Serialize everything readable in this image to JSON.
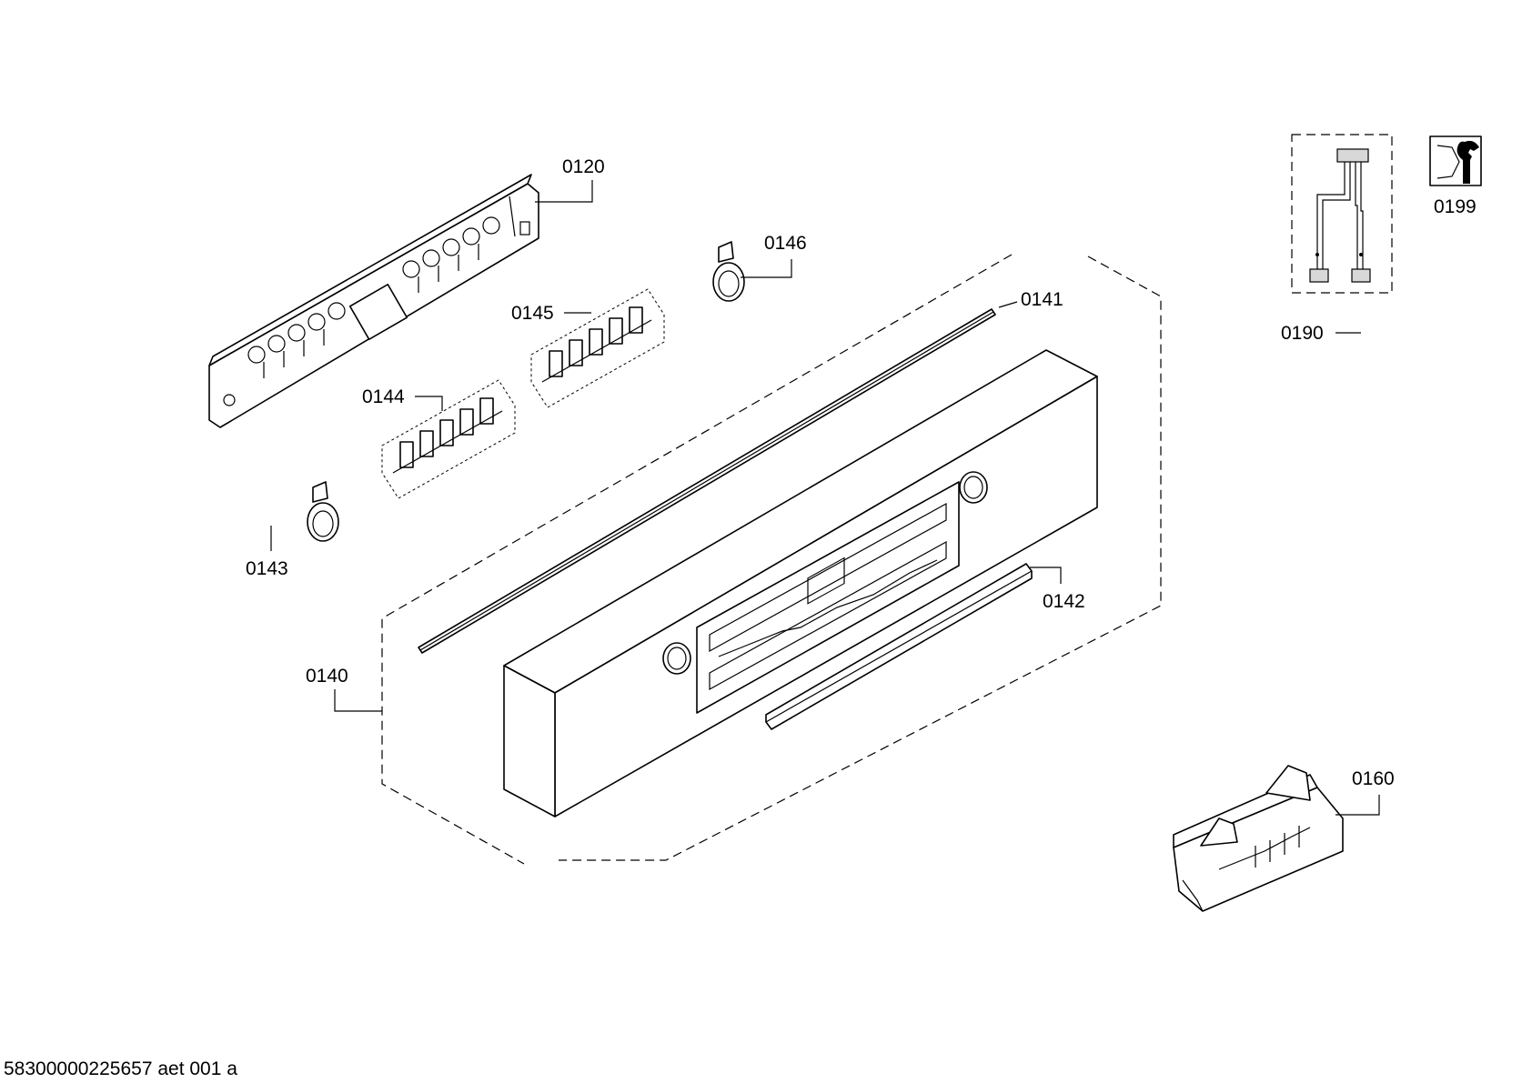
{
  "labels": {
    "p0120": "0120",
    "p0146": "0146",
    "p0141": "0141",
    "p0145": "0145",
    "p0144": "0144",
    "p0143": "0143",
    "p0142": "0142",
    "p0140": "0140",
    "p0190": "0190",
    "p0199": "0199",
    "p0160": "0160"
  },
  "footer": {
    "doc_id": "58300000225657 aet 001 a"
  },
  "icons": {
    "service": "wrench-service-icon",
    "harness": "wiring-harness-icon"
  }
}
